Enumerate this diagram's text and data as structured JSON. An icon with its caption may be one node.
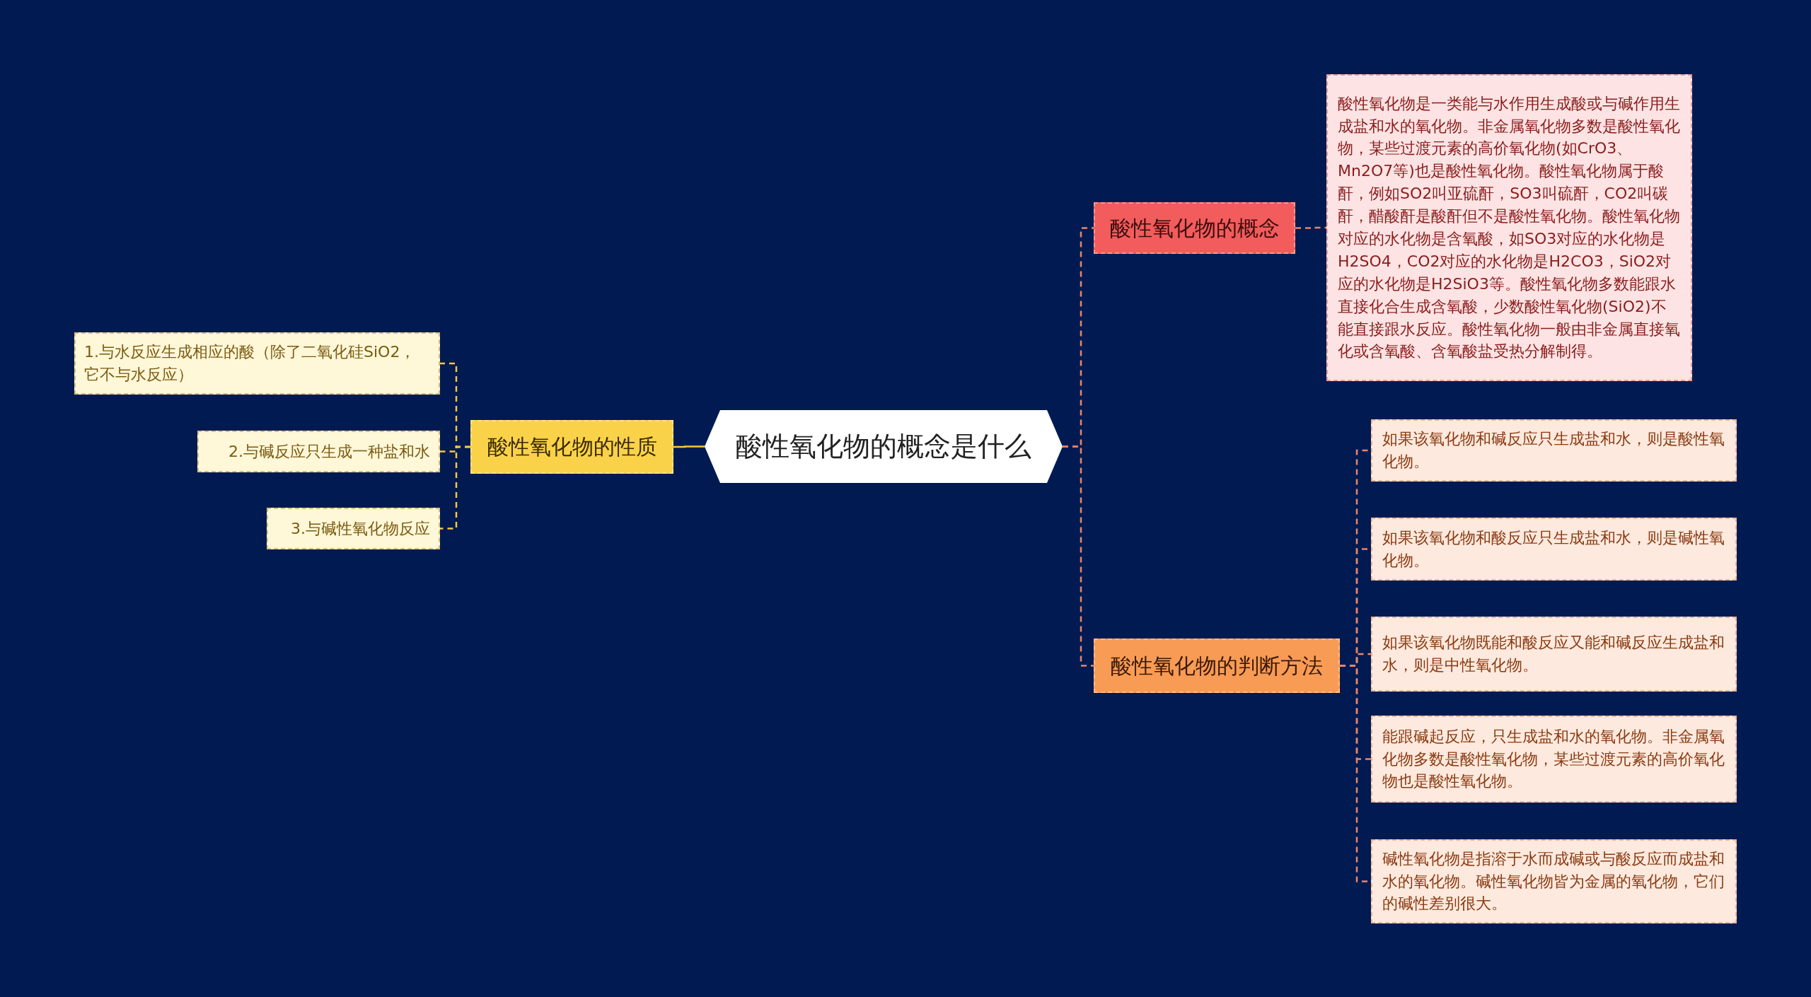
{
  "diagram": {
    "nodes": [
      {
        "text": [
          "酸性氧化物的概念是什么"
        ]
      },
      {
        "text": [
          "酸性氧化物的概念"
        ]
      },
      {
        "text": [
          "酸性氧化物是一类能与水作用生成酸或与碱作用生成盐和水的氧化物。非金属氧化物多数是酸性氧化物，某些过渡元素的高价氧化物(如CrO3、Mn2O7等)也是酸性氧化物。酸性氧化物属于酸酐，例如SO2叫亚硫酐，SO3叫硫酐，CO2叫碳酐，醋酸酐是酸酐但不是酸性氧化物。酸性氧化物对应的水化物是含氧酸，如SO3对应的水化物是H2SO4，CO2对应的水化物是H2CO3，SiO2对应的水化物是H2SiO3等。酸性氧化物多数能跟水直接化合生成含氧酸，少数酸性氧化物(SiO2)不能直接跟水反应。酸性氧化物一般由非金属直接氧化或含氧酸、含氧酸盐受热分解制得。"
        ]
      },
      {
        "text": [
          "酸性氧化物的判断方法"
        ]
      },
      {
        "text": [
          "如果该氧化物和碱反应只生成盐和水，则是酸性氧化物。"
        ]
      },
      {
        "text": [
          "如果该氧化物和酸反应只生成盐和水，则是碱性氧化物。"
        ]
      },
      {
        "text": [
          "如果该氧化物既能和酸反应又能和碱反应生成盐和水，则是中性氧化物。"
        ]
      },
      {
        "text": [
          "能跟碱起反应，只生成盐和水的氧化物。非金属氧化物多数是酸性氧化物，某些过渡元素的高价氧化物也是酸性氧化物。"
        ]
      },
      {
        "text": [
          "碱性氧化物是指溶于水而成碱或与酸反应而成盐和水的氧化物。碱性氧化物皆为金属的氧化物，它们的碱性差别很大。"
        ]
      },
      {
        "text": [
          "酸性氧化物的性质"
        ]
      },
      {
        "text": [
          "1.与水反应生成相应的酸（除了二氧化硅SiO2，它不与水反应）"
        ]
      },
      {
        "text": [
          "2.与碱反应只生成一种盐和水"
        ]
      },
      {
        "text": [
          "3.与碱性氧化物反应"
        ]
      }
    ],
    "edges": [
      {
        "from": 0,
        "to": 1,
        "arrow": "none",
        "style": "dashed"
      },
      {
        "from": 1,
        "to": 2,
        "arrow": "none",
        "style": "dashed"
      },
      {
        "from": 0,
        "to": 3,
        "arrow": "none",
        "style": "dashed"
      },
      {
        "from": 3,
        "to": 4,
        "arrow": "none",
        "style": "dashed"
      },
      {
        "from": 3,
        "to": 5,
        "arrow": "none",
        "style": "dashed"
      },
      {
        "from": 3,
        "to": 6,
        "arrow": "none",
        "style": "dashed"
      },
      {
        "from": 3,
        "to": 7,
        "arrow": "none",
        "style": "dashed"
      },
      {
        "from": 3,
        "to": 8,
        "arrow": "none",
        "style": "dashed"
      },
      {
        "from": 0,
        "to": 9,
        "arrow": "none",
        "color": "#f5c842"
      },
      {
        "from": 9,
        "to": 10,
        "arrow": "none",
        "style": "dashed",
        "color": "#f5c842"
      },
      {
        "from": 9,
        "to": 11,
        "arrow": "none",
        "style": "dashed",
        "color": "#f5c842"
      },
      {
        "from": 9,
        "to": 12,
        "arrow": "none",
        "style": "dashed",
        "color": "#f5c842"
      }
    ]
  }
}
